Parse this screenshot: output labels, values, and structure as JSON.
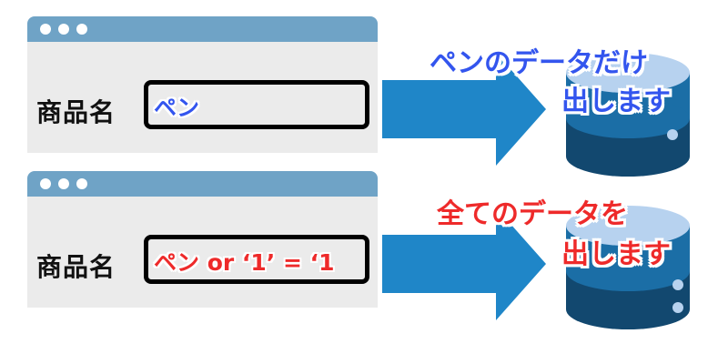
{
  "colors": {
    "window_bar": "#6fa3c6",
    "window_body": "#ebebeb",
    "arrow": "#1f86c8",
    "db_top": "#b7d2ef",
    "db_body": "#1b6ea6",
    "db_dark": "#12486f",
    "normal_text": "#3355ee",
    "attack_text": "#ee2a2a"
  },
  "normal_case": {
    "field_label": "商品名",
    "input_value": "ペン",
    "result_line1": "ペンのデータだけ",
    "result_line2": "出します"
  },
  "injection_case": {
    "field_label": "商品名",
    "input_value": "ペン or ‘1’ = ‘1",
    "result_line1": "全てのデータを",
    "result_line2": "出します"
  },
  "icons": {
    "arrow": "right-arrow-icon",
    "database": "database-icon",
    "window_dots": "window-control-dots"
  }
}
